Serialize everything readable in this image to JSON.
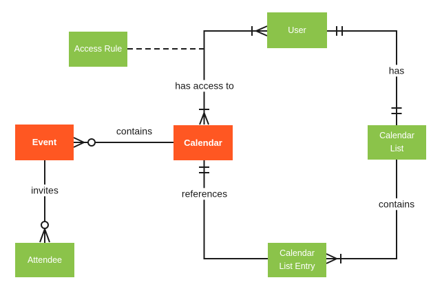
{
  "diagram": {
    "type": "entity-relationship",
    "colors": {
      "entity_green": "#8BC34A",
      "entity_orange": "#FF5722",
      "line": "#1A1A1A",
      "entity_text": "#FFFFFF",
      "label_text": "#1A1A1A",
      "background": "#FFFFFF"
    },
    "entities": {
      "access_rule": {
        "label": "Access Rule",
        "color": "green"
      },
      "user": {
        "label": "User",
        "color": "green"
      },
      "event": {
        "label": "Event",
        "color": "orange"
      },
      "calendar": {
        "label": "Calendar",
        "color": "orange"
      },
      "calendar_list": {
        "label": "Calendar List",
        "color": "green"
      },
      "attendee": {
        "label": "Attendee",
        "color": "green"
      },
      "calendar_list_entry": {
        "label": "Calendar List Entry",
        "color": "green"
      }
    },
    "relationships": [
      {
        "from": "Event",
        "to": "Calendar",
        "label": "contains",
        "line": "solid",
        "from_end": "zero-or-many crow's foot",
        "to_end": "plain"
      },
      {
        "from": "Calendar",
        "to": "User",
        "label": "has access to",
        "line": "solid",
        "from_end": "one-or-many crow's foot",
        "to_end": "one-or-many crow's foot"
      },
      {
        "from": "User",
        "to": "Calendar List",
        "label": "has",
        "line": "solid",
        "from_end": "one-and-only-one (double tick)",
        "to_end": "one-and-only-one (double tick)"
      },
      {
        "from": "Event",
        "to": "Attendee",
        "label": "invites",
        "line": "solid",
        "from_end": "plain",
        "to_end": "zero-or-many crow's foot"
      },
      {
        "from": "Calendar",
        "to": "Calendar List Entry",
        "label": "references",
        "line": "solid",
        "from_end": "one-and-only-one (double tick)",
        "to_end": "plain"
      },
      {
        "from": "Calendar List",
        "to": "Calendar List Entry",
        "label": "contains",
        "line": "solid",
        "from_end": "plain",
        "to_end": "one-or-many crow's foot"
      },
      {
        "from": "Access Rule",
        "to": "has access to connector",
        "label": "",
        "line": "dashed",
        "from_end": "plain",
        "to_end": "plain"
      }
    ]
  }
}
